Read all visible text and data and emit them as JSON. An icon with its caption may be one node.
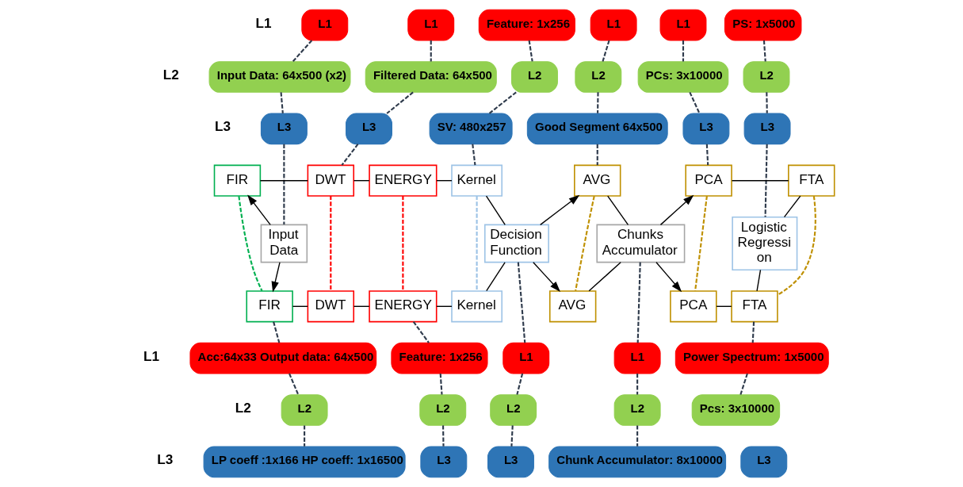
{
  "diagram": {
    "nodes": [
      {
        "text": [
          "L1"
        ]
      },
      {
        "text": [
          "L1"
        ]
      },
      {
        "text": [
          "Feature: 1x256"
        ]
      },
      {
        "text": [
          "L1"
        ]
      },
      {
        "text": [
          "L1"
        ]
      },
      {
        "text": [
          "PS: 1x5000"
        ]
      },
      {
        "text": [
          "Input Data: 64x500 (x2)"
        ]
      },
      {
        "text": [
          "Filtered Data: 64x500"
        ]
      },
      {
        "text": [
          "L2"
        ]
      },
      {
        "text": [
          "L2"
        ]
      },
      {
        "text": [
          "PCs: 3x10000"
        ]
      },
      {
        "text": [
          "L2"
        ]
      },
      {
        "text": [
          "L3"
        ]
      },
      {
        "text": [
          "L3"
        ]
      },
      {
        "text": [
          "SV: 480x257"
        ]
      },
      {
        "text": [
          "Good Segment 64x500"
        ]
      },
      {
        "text": [
          "L3"
        ]
      },
      {
        "text": [
          "L3"
        ]
      },
      {
        "text": [
          "Input Data"
        ]
      },
      {
        "text": [
          "FIR"
        ]
      },
      {
        "text": [
          "DWT"
        ]
      },
      {
        "text": [
          "ENERGY"
        ]
      },
      {
        "text": [
          "Kernel"
        ]
      },
      {
        "text": [
          "Decision Function"
        ]
      },
      {
        "text": [
          "AVG"
        ]
      },
      {
        "text": [
          "Chunks Accumulator"
        ]
      },
      {
        "text": [
          "PCA"
        ]
      },
      {
        "text": [
          "FTA"
        ]
      },
      {
        "text": [
          "Logistic Regressi on"
        ]
      },
      {
        "text": [
          "FIR"
        ]
      },
      {
        "text": [
          "DWT"
        ]
      },
      {
        "text": [
          "ENERGY"
        ]
      },
      {
        "text": [
          "Kernel"
        ]
      },
      {
        "text": [
          "AVG"
        ]
      },
      {
        "text": [
          "PCA"
        ]
      },
      {
        "text": [
          "FTA"
        ]
      },
      {
        "text": [
          "Acc:64x33 Output data: 64x500"
        ]
      },
      {
        "text": [
          "Feature: 1x256"
        ]
      },
      {
        "text": [
          "L1"
        ]
      },
      {
        "text": [
          "L1"
        ]
      },
      {
        "text": [
          "Power Spectrum: 1x5000"
        ]
      },
      {
        "text": [
          "L2"
        ]
      },
      {
        "text": [
          "L2"
        ]
      },
      {
        "text": [
          "L2"
        ]
      },
      {
        "text": [
          "L2"
        ]
      },
      {
        "text": [
          "Pcs: 3x10000"
        ]
      },
      {
        "text": [
          "LP coeff :1x166 HP coeff: 1x16500"
        ]
      },
      {
        "text": [
          "L3"
        ]
      },
      {
        "text": [
          "L3"
        ]
      },
      {
        "text": [
          "Chunk Accumulator: 8x10000"
        ]
      },
      {
        "text": [
          "L3"
        ]
      }
    ],
    "edges": [
      {
        "from": 0,
        "to": 6,
        "arrow": "none",
        "style": "dashed"
      },
      {
        "from": 6,
        "to": 12,
        "arrow": "none",
        "style": "dashed"
      },
      {
        "from": 12,
        "to": 18,
        "arrow": "none",
        "style": "dashed"
      },
      {
        "from": 1,
        "to": 7,
        "arrow": "none",
        "style": "dashed"
      },
      {
        "from": 7,
        "to": 13,
        "arrow": "none",
        "style": "dashed"
      },
      {
        "from": 13,
        "to": 20,
        "arrow": "none",
        "style": "dashed"
      },
      {
        "from": 2,
        "to": 8,
        "arrow": "none",
        "style": "dashed"
      },
      {
        "from": 8,
        "to": 14,
        "arrow": "none",
        "style": "dashed"
      },
      {
        "from": 14,
        "to": 22,
        "arrow": "none",
        "style": "dashed"
      },
      {
        "from": 3,
        "to": 9,
        "arrow": "none",
        "style": "dashed"
      },
      {
        "from": 9,
        "to": 15,
        "arrow": "none",
        "style": "dashed"
      },
      {
        "from": 15,
        "to": 24,
        "arrow": "none",
        "style": "dashed"
      },
      {
        "from": 4,
        "to": 10,
        "arrow": "none",
        "style": "dashed"
      },
      {
        "from": 10,
        "to": 16,
        "arrow": "none",
        "style": "dashed"
      },
      {
        "from": 16,
        "to": 26,
        "arrow": "none",
        "style": "dashed"
      },
      {
        "from": 5,
        "to": 11,
        "arrow": "none",
        "style": "dashed"
      },
      {
        "from": 11,
        "to": 17,
        "arrow": "none",
        "style": "dashed"
      },
      {
        "from": 17,
        "to": 28,
        "arrow": "none",
        "style": "dashed"
      },
      {
        "from": 18,
        "to": 19,
        "arrow": "to"
      },
      {
        "from": 18,
        "to": 29,
        "arrow": "to"
      },
      {
        "from": 19,
        "to": 20,
        "arrow": "none"
      },
      {
        "from": 20,
        "to": 21,
        "arrow": "none"
      },
      {
        "from": 21,
        "to": 22,
        "arrow": "none"
      },
      {
        "from": 22,
        "to": 23,
        "arrow": "none"
      },
      {
        "from": 29,
        "to": 30,
        "arrow": "none"
      },
      {
        "from": 30,
        "to": 31,
        "arrow": "none"
      },
      {
        "from": 31,
        "to": 32,
        "arrow": "none"
      },
      {
        "from": 32,
        "to": 23,
        "arrow": "none"
      },
      {
        "from": 23,
        "to": 24,
        "arrow": "to"
      },
      {
        "from": 23,
        "to": 33,
        "arrow": "to"
      },
      {
        "from": 24,
        "to": 25,
        "arrow": "none"
      },
      {
        "from": 33,
        "to": 25,
        "arrow": "none"
      },
      {
        "from": 25,
        "to": 26,
        "arrow": "to"
      },
      {
        "from": 25,
        "to": 34,
        "arrow": "to"
      },
      {
        "from": 26,
        "to": 27,
        "arrow": "none"
      },
      {
        "from": 34,
        "to": 35,
        "arrow": "none"
      },
      {
        "from": 27,
        "to": 28,
        "arrow": "none"
      },
      {
        "from": 35,
        "to": 28,
        "arrow": "none"
      },
      {
        "from": 19,
        "to": 29,
        "arrow": "none",
        "style": "dashed",
        "color": "#00b050"
      },
      {
        "from": 20,
        "to": 30,
        "arrow": "none",
        "style": "dashed",
        "color": "#ff0000"
      },
      {
        "from": 21,
        "to": 31,
        "arrow": "none",
        "style": "dashed",
        "color": "#ff0000"
      },
      {
        "from": 22,
        "to": 32,
        "arrow": "none",
        "style": "dashed",
        "color": "#9dc3e6"
      },
      {
        "from": 24,
        "to": 33,
        "arrow": "none",
        "style": "dashed",
        "color": "#bf9000"
      },
      {
        "from": 26,
        "to": 34,
        "arrow": "none",
        "style": "dashed",
        "color": "#bf9000"
      },
      {
        "from": 27,
        "to": 35,
        "arrow": "none",
        "style": "dashed",
        "color": "#bf9000"
      },
      {
        "from": 29,
        "to": 36,
        "arrow": "none",
        "style": "dashed"
      },
      {
        "from": 36,
        "to": 41,
        "arrow": "none",
        "style": "dashed"
      },
      {
        "from": 41,
        "to": 46,
        "arrow": "none",
        "style": "dashed"
      },
      {
        "from": 31,
        "to": 37,
        "arrow": "none",
        "style": "dashed"
      },
      {
        "from": 37,
        "to": 42,
        "arrow": "none",
        "style": "dashed"
      },
      {
        "from": 42,
        "to": 47,
        "arrow": "none",
        "style": "dashed"
      },
      {
        "from": 23,
        "to": 38,
        "arrow": "none",
        "style": "dashed"
      },
      {
        "from": 38,
        "to": 43,
        "arrow": "none",
        "style": "dashed"
      },
      {
        "from": 43,
        "to": 48,
        "arrow": "none",
        "style": "dashed"
      },
      {
        "from": 25,
        "to": 39,
        "arrow": "none",
        "style": "dashed"
      },
      {
        "from": 39,
        "to": 44,
        "arrow": "none",
        "style": "dashed"
      },
      {
        "from": 44,
        "to": 49,
        "arrow": "none",
        "style": "dashed"
      },
      {
        "from": 35,
        "to": 40,
        "arrow": "none",
        "style": "dashed"
      },
      {
        "from": 40,
        "to": 45,
        "arrow": "none",
        "style": "dashed"
      }
    ],
    "labels": [
      "L1",
      "L2",
      "L3",
      "L1",
      "L2",
      "L3"
    ]
  }
}
